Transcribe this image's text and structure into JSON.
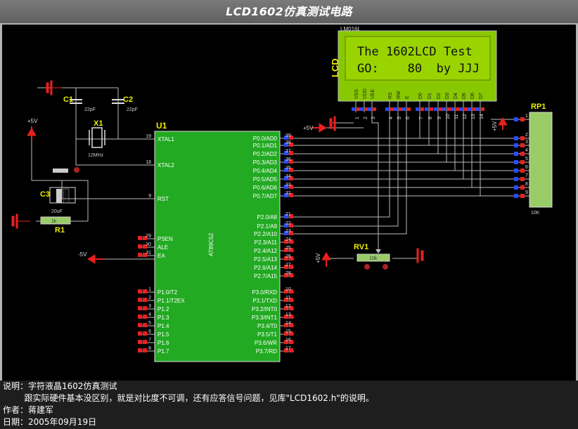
{
  "title": "LCD1602仿真测试电路",
  "lcd": {
    "model": "LM016L",
    "ref": "LCD",
    "line1": "The 1602LCD Test",
    "line2": "GO:    80  by JJJ",
    "pins": [
      "VSS",
      "VDD",
      "VEE",
      "RS",
      "RW",
      "E",
      "D0",
      "D1",
      "D2",
      "D3",
      "D4",
      "D5",
      "D6",
      "D7"
    ],
    "pin_numbers": [
      "1",
      "2",
      "3",
      "4",
      "5",
      "6",
      "7",
      "8",
      "9",
      "10",
      "11",
      "12",
      "13",
      "14"
    ]
  },
  "mcu": {
    "ref": "U1",
    "part": "AT89C52",
    "left_pins": [
      {
        "num": "19",
        "name": "XTAL1"
      },
      {
        "num": "18",
        "name": "XTAL2"
      },
      {
        "num": "9",
        "name": "RST"
      },
      {
        "num": "29",
        "name": "PSEN"
      },
      {
        "num": "30",
        "name": "ALE"
      },
      {
        "num": "31",
        "name": "EA"
      },
      {
        "num": "1",
        "name": "P1.0/T2"
      },
      {
        "num": "2",
        "name": "P1.1/T2EX"
      },
      {
        "num": "3",
        "name": "P1.2"
      },
      {
        "num": "4",
        "name": "P1.3"
      },
      {
        "num": "5",
        "name": "P1.4"
      },
      {
        "num": "6",
        "name": "P1.5"
      },
      {
        "num": "7",
        "name": "P1.6"
      },
      {
        "num": "8",
        "name": "P1.7"
      }
    ],
    "right_pins": [
      {
        "num": "39",
        "name": "P0.0/AD0"
      },
      {
        "num": "38",
        "name": "P0.1/AD1"
      },
      {
        "num": "37",
        "name": "P0.2/AD2"
      },
      {
        "num": "36",
        "name": "P0.3/AD3"
      },
      {
        "num": "35",
        "name": "P0.4/AD4"
      },
      {
        "num": "34",
        "name": "P0.5/AD5"
      },
      {
        "num": "33",
        "name": "P0.6/AD6"
      },
      {
        "num": "32",
        "name": "P0.7/AD7"
      },
      {
        "num": "21",
        "name": "P2.0/A8"
      },
      {
        "num": "22",
        "name": "P2.1/A9"
      },
      {
        "num": "23",
        "name": "P2.2/A10"
      },
      {
        "num": "24",
        "name": "P2.3/A11"
      },
      {
        "num": "25",
        "name": "P2.4/A12"
      },
      {
        "num": "26",
        "name": "P2.5/A13"
      },
      {
        "num": "27",
        "name": "P2.6/A14"
      },
      {
        "num": "28",
        "name": "P2.7/A15"
      },
      {
        "num": "10",
        "name": "P3.0/RXD"
      },
      {
        "num": "11",
        "name": "P3.1/TXD"
      },
      {
        "num": "12",
        "name": "P3.2/INT0"
      },
      {
        "num": "13",
        "name": "P3.3/INT1"
      },
      {
        "num": "14",
        "name": "P3.4/T0"
      },
      {
        "num": "15",
        "name": "P3.5/T1"
      },
      {
        "num": "16",
        "name": "P3.6/WR"
      },
      {
        "num": "17",
        "name": "P3.7/RD"
      }
    ]
  },
  "components": {
    "c1": {
      "ref": "C1",
      "value": "22pF"
    },
    "c2": {
      "ref": "C2",
      "value": "22pF"
    },
    "c3": {
      "ref": "C3",
      "value": "20uF"
    },
    "x1": {
      "ref": "X1",
      "value": "12MHz"
    },
    "r1": {
      "ref": "R1",
      "value": "1k"
    },
    "rv1": {
      "ref": "RV1",
      "value": "10k"
    },
    "rp1": {
      "ref": "RP1",
      "value": "10K",
      "pins": [
        "1",
        "2",
        "3",
        "4",
        "5",
        "6",
        "7",
        "8",
        "9"
      ]
    }
  },
  "power": {
    "plus5v": "+5V",
    "minus5v": "-5V"
  },
  "notes": [
    "说明：字符液晶1602仿真测试",
    "        跟实际硬件基本没区别，就是对比度不可调，还有应答信号问题，见库\"LCD1602.h\"的说明。",
    "作者：蒋建军",
    "日期：2005年09月19日"
  ],
  "colors": {
    "wire": "#bbbbbb",
    "chip": "#22aa22",
    "lcd_bezel": "#88c800",
    "lcd_screen": "#99d400",
    "pin_red": "#e8201e",
    "pin_blue": "#2a4aff",
    "ref_yellow": "#eeee00",
    "title_bg": "#6a6a6a"
  }
}
